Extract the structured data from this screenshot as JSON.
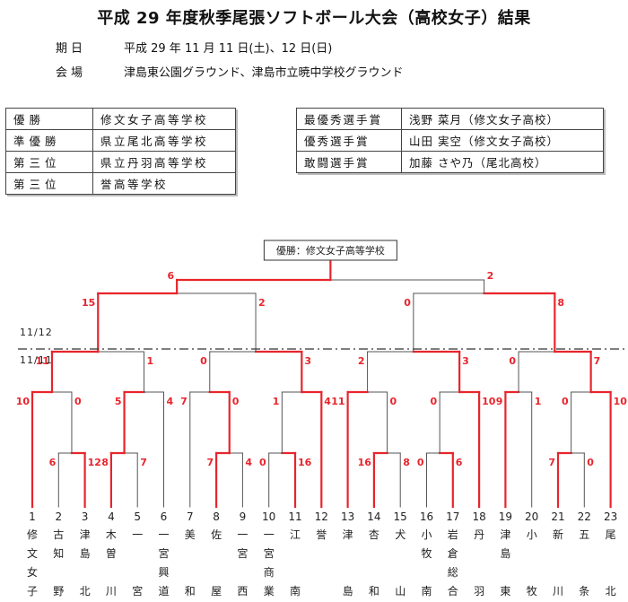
{
  "title": "平成 29 年度秋季尾張ソフトボール大会（高校女子）結果",
  "info": [
    {
      "label": "期日",
      "value": "平成 29 年 11 月 11 日(土)、12 日(日)"
    },
    {
      "label": "会場",
      "value": "津島東公園グラウンド、津島市立暁中学校グラウンド"
    }
  ],
  "results": [
    {
      "label": "優勝",
      "team": "修文女子高等学校"
    },
    {
      "label": "準優勝",
      "team": "県立尾北高等学校"
    },
    {
      "label": "第三位",
      "team": "県立丹羽高等学校"
    },
    {
      "label": "第三位",
      "team": "誉高等学校"
    }
  ],
  "awards": [
    {
      "label": "最優秀選手賞",
      "name": "浅野 菜月（修文女子高校）"
    },
    {
      "label": "優秀選手賞",
      "name": "山田 実空（修文女子高校）"
    },
    {
      "label": "敢闘選手賞",
      "name": "加藤 さや乃（尾北高校）"
    }
  ],
  "winner_box": "優勝：修文女子高等学校",
  "dates": {
    "day2": "11/12",
    "day1": "11/11"
  },
  "teams": [
    {
      "num": "1",
      "name": "修文女子"
    },
    {
      "num": "2",
      "name": "古知野"
    },
    {
      "num": "3",
      "name": "津島北"
    },
    {
      "num": "4",
      "name": "木曽川"
    },
    {
      "num": "5",
      "name": "一宮"
    },
    {
      "num": "6",
      "name": "一宮興道"
    },
    {
      "num": "7",
      "name": "美和"
    },
    {
      "num": "8",
      "name": "佐屋"
    },
    {
      "num": "9",
      "name": "一宮西"
    },
    {
      "num": "10",
      "name": "一宮商業"
    },
    {
      "num": "11",
      "name": "江南"
    },
    {
      "num": "12",
      "name": "誉"
    },
    {
      "num": "13",
      "name": "津島"
    },
    {
      "num": "14",
      "name": "杏和"
    },
    {
      "num": "15",
      "name": "犬山"
    },
    {
      "num": "16",
      "name": "小牧南"
    },
    {
      "num": "17",
      "name": "岩倉総合"
    },
    {
      "num": "18",
      "name": "丹羽"
    },
    {
      "num": "19",
      "name": "津島東"
    },
    {
      "num": "20",
      "name": "小牧"
    },
    {
      "num": "21",
      "name": "新川"
    },
    {
      "num": "22",
      "name": "五条"
    },
    {
      "num": "23",
      "name": "尾北"
    }
  ],
  "matches": [
    {
      "id": "p1",
      "teams": [
        "2",
        "3"
      ],
      "scores": [
        "6",
        "12"
      ],
      "winner": "3"
    },
    {
      "id": "p2",
      "teams": [
        "4",
        "5"
      ],
      "scores": [
        "8",
        "7"
      ],
      "winner": "4"
    },
    {
      "id": "p3",
      "teams": [
        "8",
        "9"
      ],
      "scores": [
        "7",
        "4"
      ],
      "winner": "8"
    },
    {
      "id": "p4",
      "teams": [
        "10",
        "11"
      ],
      "scores": [
        "0",
        "16"
      ],
      "winner": "11"
    },
    {
      "id": "p5",
      "teams": [
        "14",
        "15"
      ],
      "scores": [
        "16",
        "8"
      ],
      "winner": "14"
    },
    {
      "id": "p6",
      "teams": [
        "16",
        "17"
      ],
      "scores": [
        "0",
        "6"
      ],
      "winner": "17"
    },
    {
      "id": "p7",
      "teams": [
        "21",
        "22"
      ],
      "scores": [
        "7",
        "0"
      ],
      "winner": "21"
    },
    {
      "id": "s1",
      "teams": [
        "1",
        "p1"
      ],
      "scores": [
        "10",
        "0"
      ],
      "winner": "1"
    },
    {
      "id": "s2",
      "teams": [
        "p2",
        "6"
      ],
      "scores": [
        "5",
        "4"
      ],
      "winner": "p2"
    },
    {
      "id": "s3",
      "teams": [
        "7",
        "p3"
      ],
      "scores": [
        "7",
        "0"
      ],
      "winner": "p3"
    },
    {
      "id": "s4",
      "teams": [
        "p4",
        "12"
      ],
      "scores": [
        "1",
        "4"
      ],
      "winner": "12"
    },
    {
      "id": "s5",
      "teams": [
        "13",
        "p5"
      ],
      "scores": [
        "11",
        "0"
      ],
      "winner": "13"
    },
    {
      "id": "s6",
      "teams": [
        "p6",
        "18"
      ],
      "scores": [
        "0",
        "10"
      ],
      "winner": "18"
    },
    {
      "id": "s7",
      "teams": [
        "19",
        "20"
      ],
      "scores": [
        "9",
        "1"
      ],
      "winner": "19"
    },
    {
      "id": "s8",
      "teams": [
        "p7",
        "23"
      ],
      "scores": [
        "0",
        "10"
      ],
      "winner": "23"
    },
    {
      "id": "q1",
      "teams": [
        "s1",
        "s2"
      ],
      "scores": [
        "11",
        "1"
      ],
      "winner": "s1"
    },
    {
      "id": "q2",
      "teams": [
        "s3",
        "s4"
      ],
      "scores": [
        "0",
        "3"
      ],
      "winner": "s4"
    },
    {
      "id": "q3",
      "teams": [
        "s5",
        "s6"
      ],
      "scores": [
        "2",
        "3"
      ],
      "winner": "s6"
    },
    {
      "id": "q4",
      "teams": [
        "s7",
        "s8"
      ],
      "scores": [
        "0",
        "7"
      ],
      "winner": "s8"
    },
    {
      "id": "h1",
      "teams": [
        "q1",
        "q2"
      ],
      "scores": [
        "15",
        "2"
      ],
      "winner": "q1"
    },
    {
      "id": "h2",
      "teams": [
        "q3",
        "q4"
      ],
      "scores": [
        "0",
        "8"
      ],
      "winner": "q4"
    },
    {
      "id": "f",
      "teams": [
        "h1",
        "h2"
      ],
      "scores": [
        "6",
        "2"
      ],
      "winner": "h1"
    }
  ],
  "colors": {
    "winner_line": "#e8242c",
    "line": "#555555"
  }
}
